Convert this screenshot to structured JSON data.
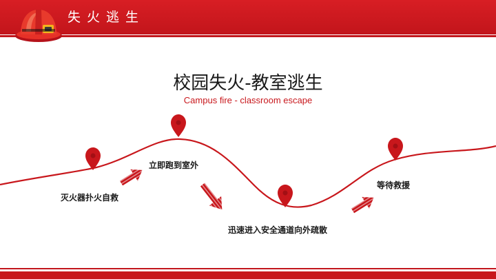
{
  "header": {
    "title": "失火逃生",
    "icon": "fire-helmet-icon"
  },
  "main": {
    "title": "校园失火-教室逃生",
    "subtitle": "Campus fire - classroom escape"
  },
  "steps": [
    {
      "label": "灭火器扑火自救"
    },
    {
      "label": "立即跑到室外"
    },
    {
      "label": "迅速进入安全通道向外疏散"
    },
    {
      "label": "等待救援"
    }
  ],
  "colors": {
    "accent": "#c8171c",
    "text": "#1a1a1a",
    "background": "#ffffff"
  }
}
